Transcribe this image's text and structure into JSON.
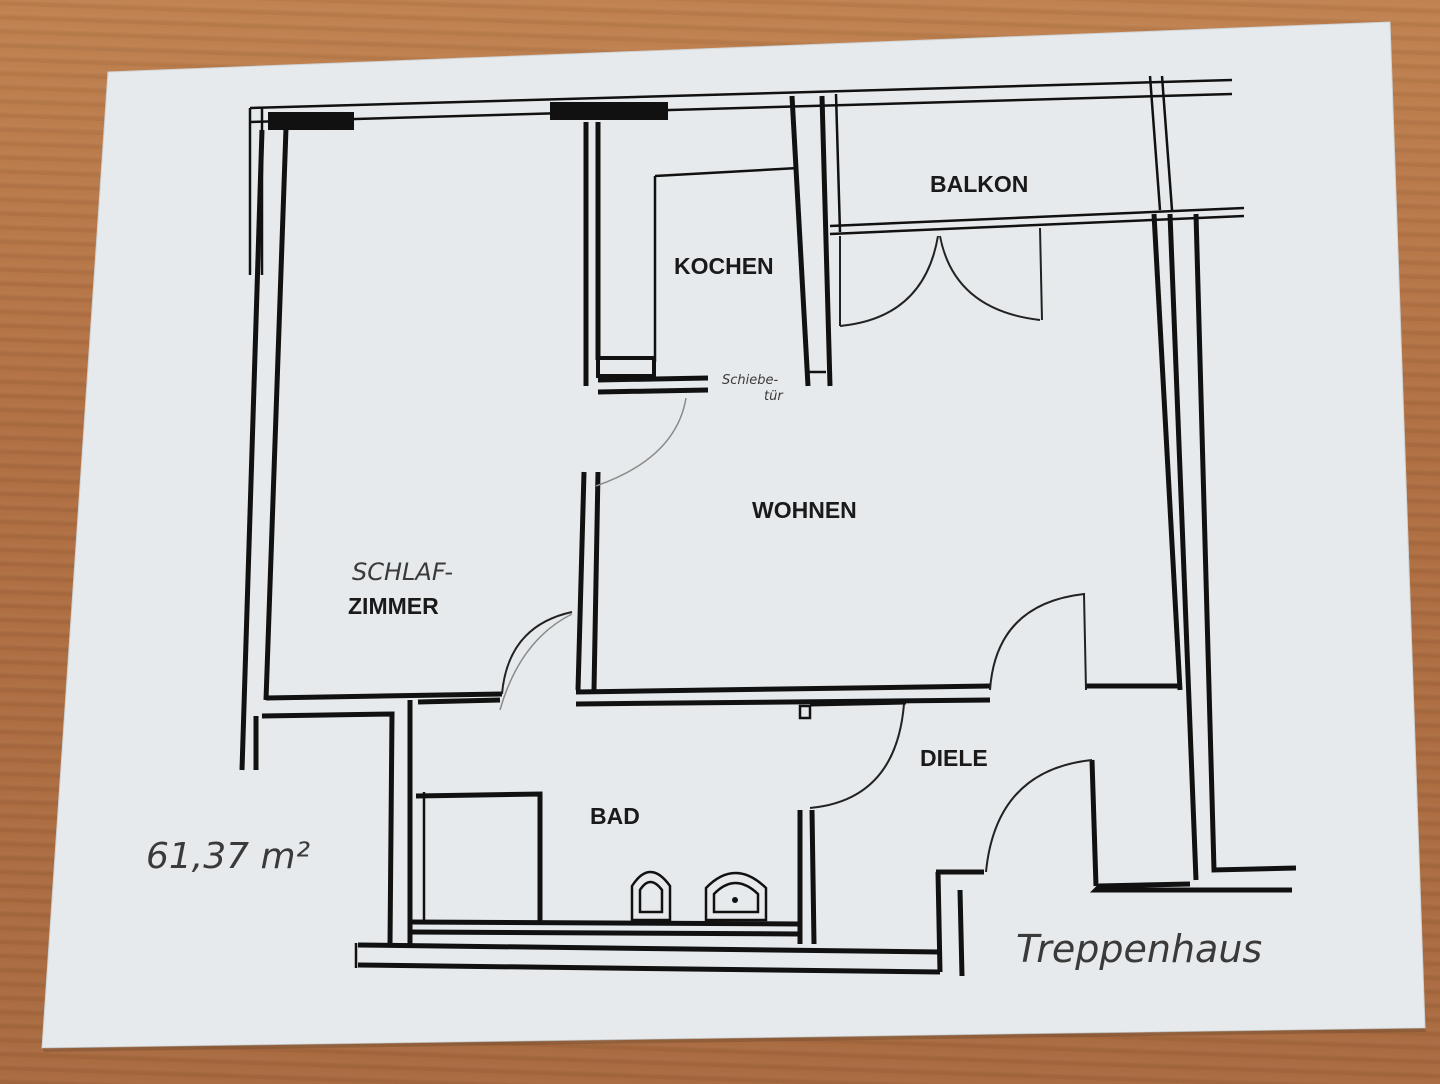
{
  "plan": {
    "rooms": {
      "balkon": "BALKON",
      "kochen": "KOCHEN",
      "wohnen": "WOHNEN",
      "schlaf_line1": "SCHLAF-",
      "schlaf_line2": "ZIMMER",
      "bad": "BAD",
      "diele": "DIELE"
    },
    "notes": {
      "schiebetuer_line1": "Schiebe-",
      "schiebetuer_line2": "tür",
      "area": "61,37 m²",
      "treppenhaus": "Treppenhaus"
    }
  },
  "colors": {
    "paper": "#e9ecee",
    "ink": "#111111",
    "table": "#b8764a"
  }
}
